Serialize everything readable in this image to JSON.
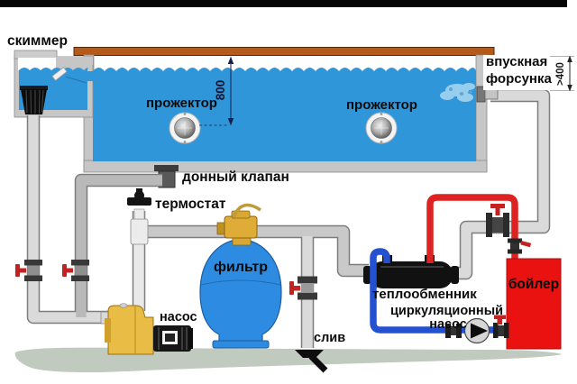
{
  "diagram": {
    "labels": {
      "skimmer": "скиммер",
      "floodlight_left": "прожектор",
      "floodlight_right": "прожектор",
      "inlet_nozzle_line1": "впускная",
      "inlet_nozzle_line2": "форсунка",
      "bottom_valve": "донный клапан",
      "thermostat": "термостат",
      "filter": "фильтр",
      "pump": "насос",
      "drain": "слив",
      "heat_exchanger": "теплообменник",
      "circulation_pump_line1": "циркуляционный",
      "circulation_pump_line2": "насос",
      "boiler": "бойлер"
    },
    "dimensions": {
      "pool_depth_mm": "800",
      "inlet_depth_mm": ">400"
    },
    "colors": {
      "water": "#2f96d9",
      "filter_tank": "#2d8ce2",
      "pipe_gray": "#dadada",
      "hot_pipe": "#dd2222",
      "cold_pipe": "#2351cf",
      "boiler": "#ea1111",
      "deck": "#b45a1a",
      "ground": "#c1cabf",
      "equipment_yellow": "#e8bc45",
      "valve_handle_red": "#c32222"
    }
  }
}
